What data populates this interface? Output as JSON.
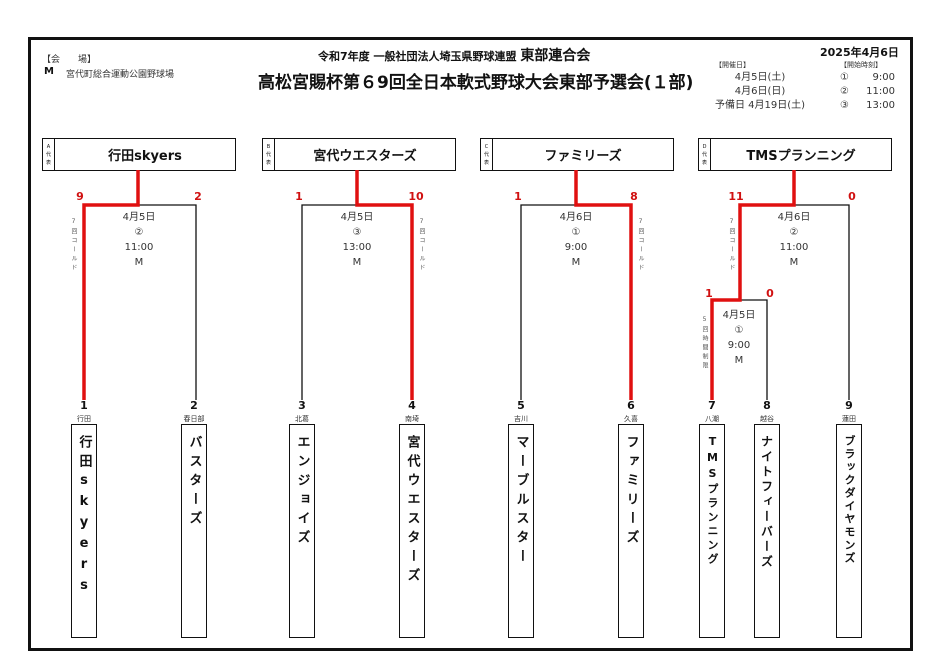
{
  "header": {
    "venue_label": "【会　　場】",
    "venue_code": "M",
    "venue_name": "宮代町総合運動公園野球場",
    "org_line_small": "令和7年度 一般社団法人埼玉県野球連盟",
    "org_line_big": "東部連合会",
    "title": "高松宮賜杯第６9回全日本軟式野球大会東部予選会(１部)",
    "date": "2025年4月6日",
    "dates_label": "【開催日】",
    "dates": [
      "4月5日(土)",
      "4月6日(日)",
      "予備日 4月19日(土)"
    ],
    "times_label": "【開始時刻】",
    "times": [
      {
        "no": "①",
        "time": "9:00"
      },
      {
        "no": "②",
        "time": "11:00"
      },
      {
        "no": "③",
        "time": "13:00"
      }
    ]
  },
  "blocks": [
    {
      "label": [
        "A",
        "代",
        "表"
      ],
      "winner": "行田skyers",
      "scores": [
        "9",
        "2"
      ],
      "game": [
        "4月5日",
        "②",
        "11:00",
        "M"
      ],
      "note": "7回コールド"
    },
    {
      "label": [
        "B",
        "代",
        "表"
      ],
      "winner": "宮代ウエスターズ",
      "scores": [
        "1",
        "10"
      ],
      "game": [
        "4月5日",
        "③",
        "13:00",
        "M"
      ],
      "note": "7回コールド"
    },
    {
      "label": [
        "C",
        "代",
        "表"
      ],
      "winner": "ファミリーズ",
      "scores": [
        "1",
        "8"
      ],
      "game": [
        "4月6日",
        "①",
        "9:00",
        "M"
      ],
      "note": "7回コールド"
    },
    {
      "label": [
        "D",
        "代",
        "表"
      ],
      "winner": "TMSプランニング",
      "scores": [
        "11",
        "0"
      ],
      "game": [
        "4月6日",
        "②",
        "11:00",
        "M"
      ],
      "note": "7回コールド",
      "sub_scores": [
        "1",
        "0"
      ],
      "sub_game": [
        "4月5日",
        "①",
        "9:00",
        "M"
      ],
      "sub_note": "5回時間制限"
    }
  ],
  "teams": [
    {
      "seed": "1",
      "city": "行田",
      "name": "行田skyers"
    },
    {
      "seed": "2",
      "city": "春日部",
      "name": "バスターズ"
    },
    {
      "seed": "3",
      "city": "北葛",
      "name": "エンジョイズ"
    },
    {
      "seed": "4",
      "city": "南埼",
      "name": "宮代ウエスターズ"
    },
    {
      "seed": "5",
      "city": "吉川",
      "name": "マーブルスター"
    },
    {
      "seed": "6",
      "city": "久喜",
      "name": "ファミリーズ"
    },
    {
      "seed": "7",
      "city": "八潮",
      "name": "TMSプランニング"
    },
    {
      "seed": "8",
      "city": "越谷",
      "name": "ナイトフィーバーズ"
    },
    {
      "seed": "9",
      "city": "蓮田",
      "name": "ブラックダイヤモンズ"
    }
  ],
  "colors": {
    "win_line": "#e01010",
    "line": "#111111"
  }
}
